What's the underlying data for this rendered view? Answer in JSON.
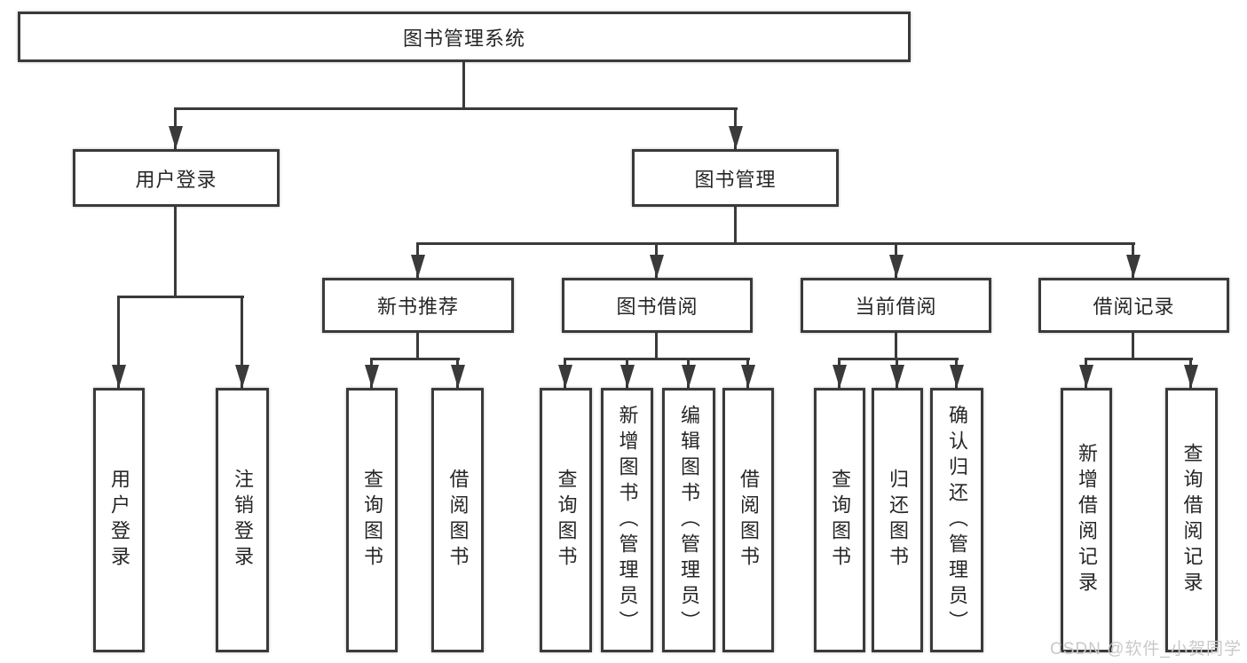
{
  "diagram": {
    "root": {
      "label": "图书管理系统"
    },
    "level2": [
      {
        "label": "用户登录"
      },
      {
        "label": "图书管理"
      }
    ],
    "level3": [
      {
        "label": "新书推荐"
      },
      {
        "label": "图书借阅"
      },
      {
        "label": "当前借阅"
      },
      {
        "label": "借阅记录"
      }
    ],
    "leaves": [
      {
        "label": "用户登录"
      },
      {
        "label": "注销登录"
      },
      {
        "label": "查询图书"
      },
      {
        "label": "借阅图书"
      },
      {
        "label": "查询图书"
      },
      {
        "label": "新增图书（管理员）"
      },
      {
        "label": "编辑图书（管理员）"
      },
      {
        "label": "借阅图书"
      },
      {
        "label": "查询图书"
      },
      {
        "label": "归还图书"
      },
      {
        "label": "确认归还（管理员）"
      },
      {
        "label": "新增借阅记录"
      },
      {
        "label": "查询借阅记录"
      }
    ]
  },
  "watermark": {
    "text": "CSDN @软件_小贺同学"
  },
  "colors": {
    "line": "#3a3a3a",
    "text": "#262626",
    "watermark": "#c9c9c9",
    "background": "#ffffff"
  }
}
